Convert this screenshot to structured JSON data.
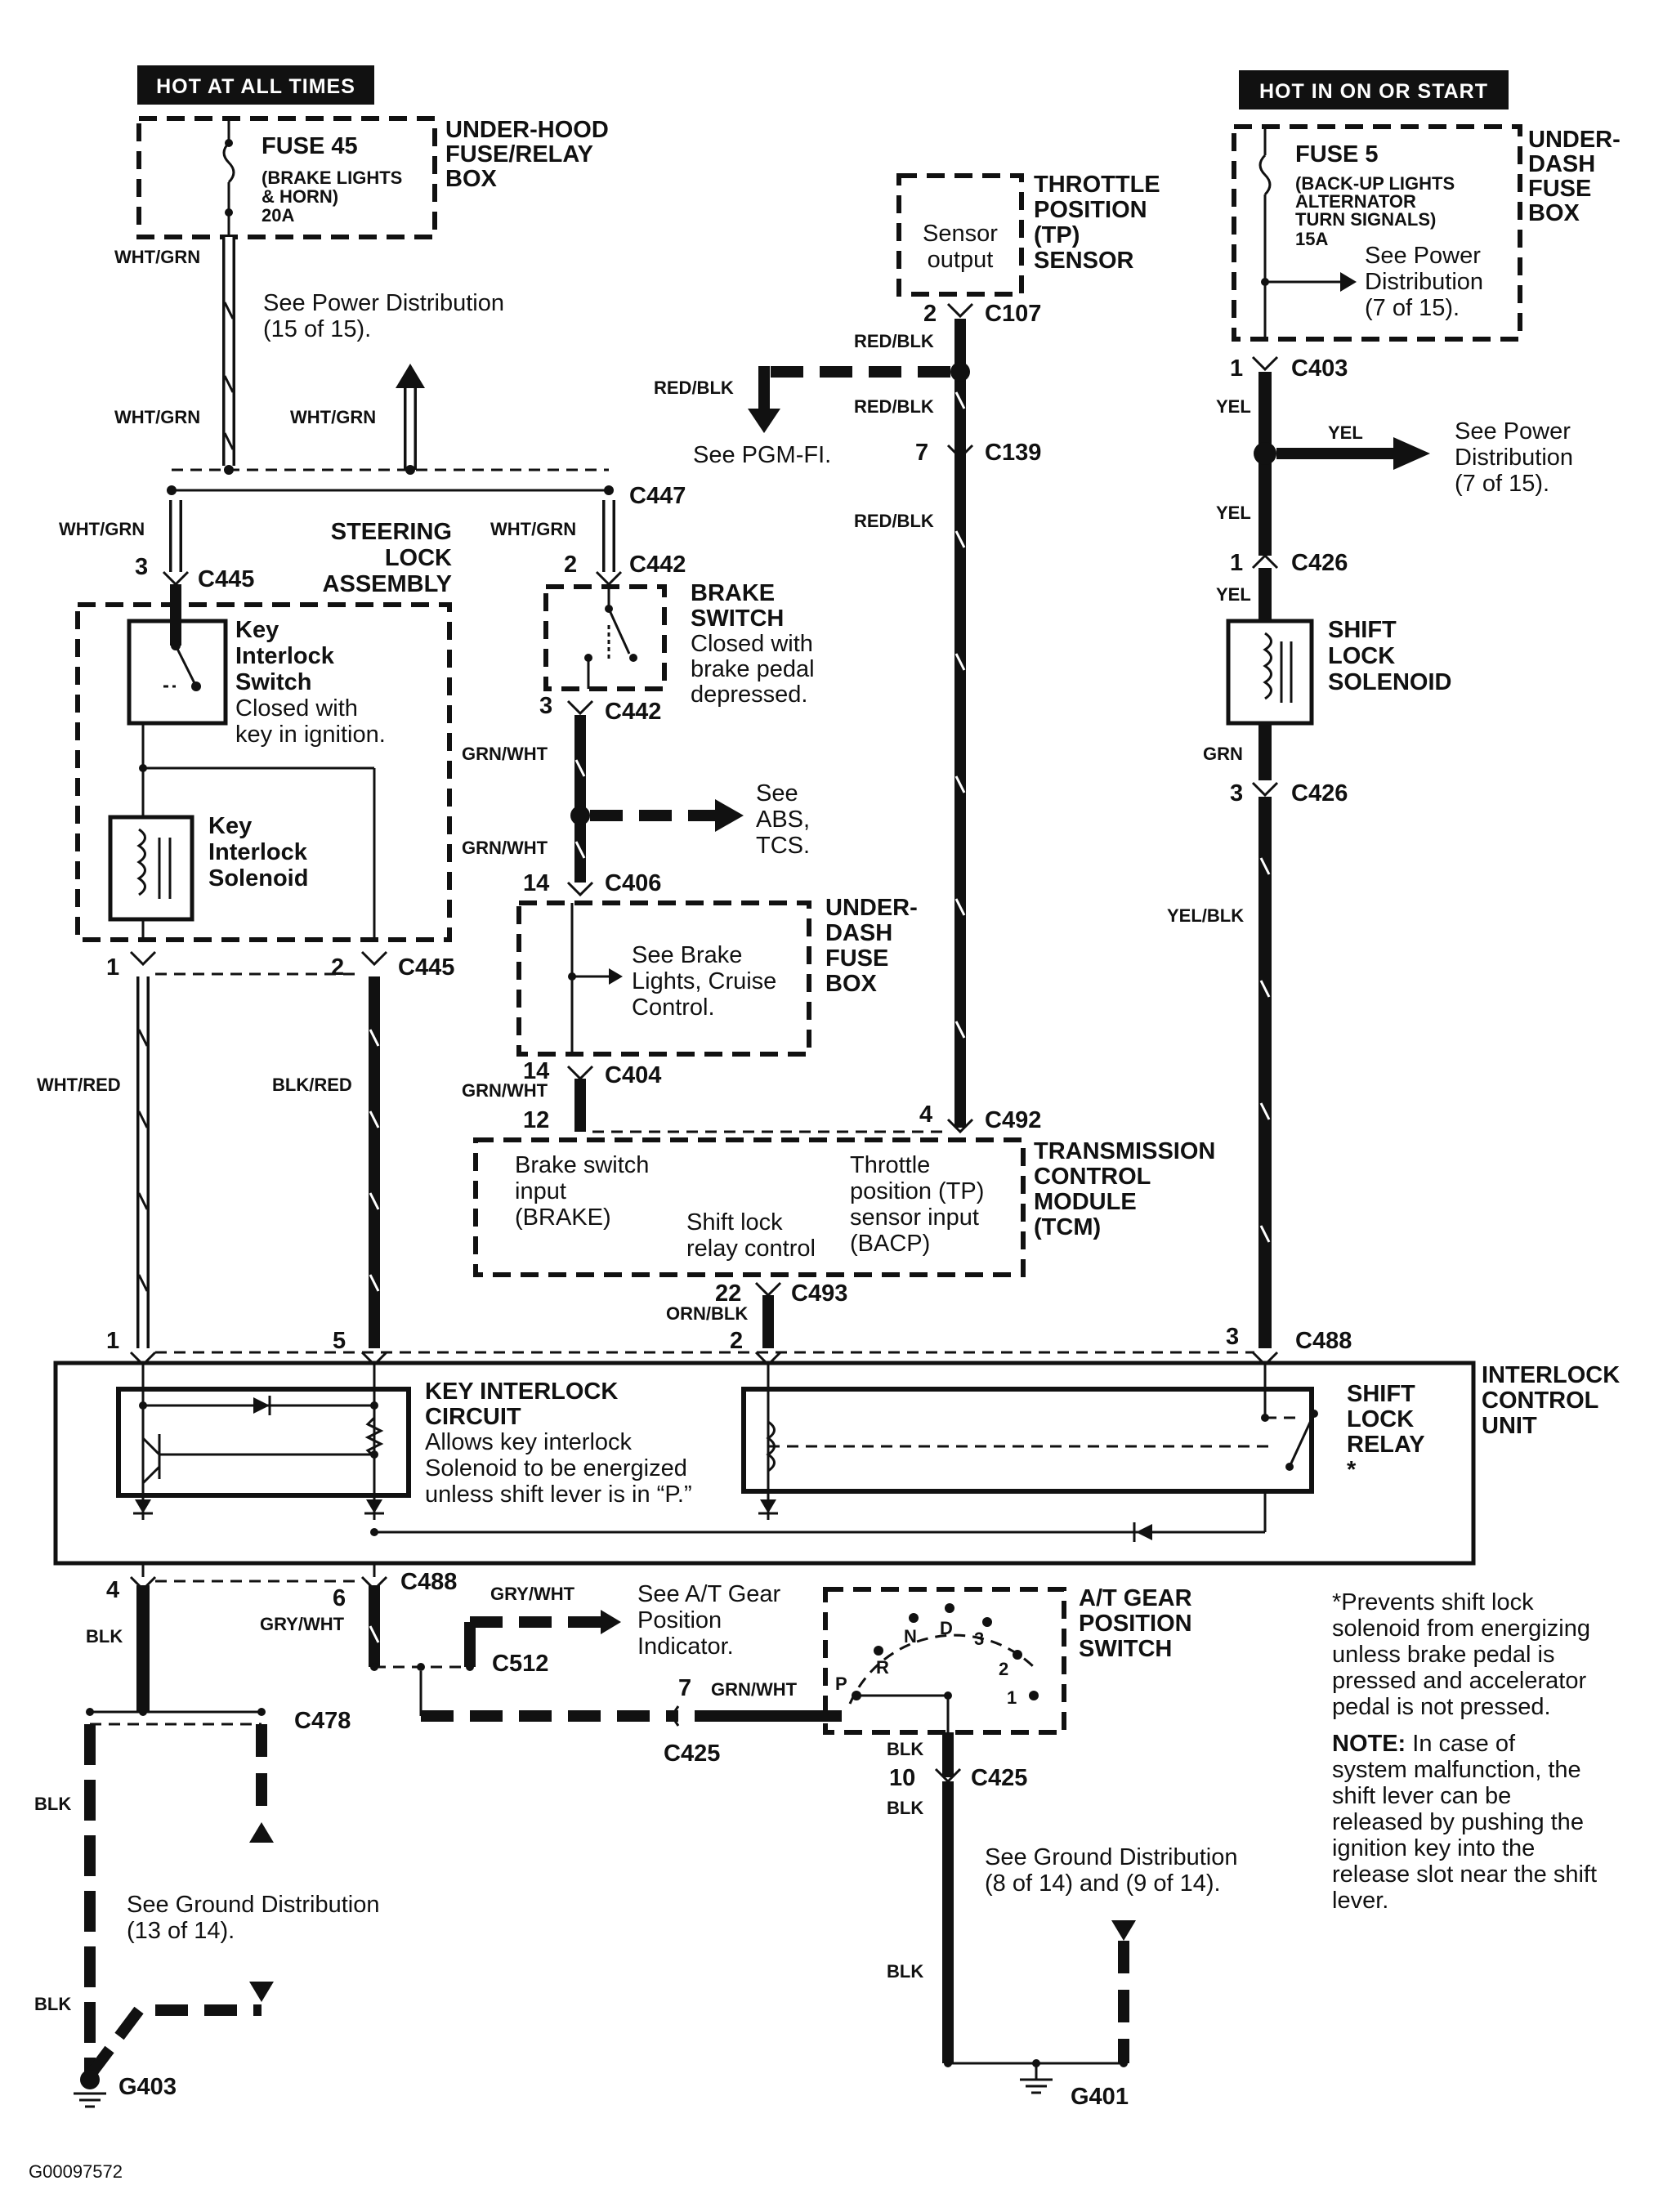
{
  "headers": {
    "hot_at_all_times": "HOT AT ALL TIMES",
    "hot_in_on_or_start": "HOT IN ON OR START"
  },
  "fuse45": {
    "title": "FUSE 45",
    "sub1": "(BRAKE LIGHTS",
    "sub2": "& HORN)",
    "amp": "20A",
    "box1": "UNDER-HOOD",
    "box2": "FUSE/RELAY",
    "box3": "BOX"
  },
  "fuse5": {
    "title": "FUSE 5",
    "sub1": "(BACK-UP LIGHTS",
    "sub2": "ALTERNATOR",
    "sub3": "TURN SIGNALS)",
    "amp": "15A",
    "box1": "UNDER-",
    "box2": "DASH",
    "box3": "FUSE",
    "box4": "BOX",
    "see1": "See Power",
    "see2": "Distribution",
    "see3": "(7 of 15)."
  },
  "tp_sensor": {
    "l1": "THROTTLE",
    "l2": "POSITION",
    "l3": "(TP)",
    "l4": "SENSOR",
    "in1": "Sensor",
    "in2": "output"
  },
  "wires": {
    "wht_grn": "WHT/GRN",
    "red_blk": "RED/BLK",
    "yel": "YEL",
    "grn": "GRN",
    "yel_blk": "YEL/BLK",
    "grn_wht": "GRN/WHT",
    "wht_red": "WHT/RED",
    "blk_red": "BLK/RED",
    "orn_blk": "ORN/BLK",
    "blk": "BLK",
    "gry_wht": "GRY/WHT"
  },
  "connectors": {
    "c107": "C107",
    "c139": "C139",
    "c403": "C403",
    "c447": "C447",
    "c445": "C445",
    "c442": "C442",
    "c426": "C426",
    "c406": "C406",
    "c404": "C404",
    "c492": "C492",
    "c493": "C493",
    "c488": "C488",
    "c512": "C512",
    "c425": "C425",
    "c478": "C478",
    "g403": "G403",
    "g401": "G401"
  },
  "pins": {
    "p1": "1",
    "p2": "2",
    "p3": "3",
    "p4": "4",
    "p5": "5",
    "p6": "6",
    "p7": "7",
    "p10": "10",
    "p12": "12",
    "p14": "14",
    "p22": "22"
  },
  "refs": {
    "power15_1": "See Power Distribution",
    "power15_2": "(15 of 15).",
    "pgmfi": "See PGM-FI.",
    "power7_1": "See Power",
    "power7_2": "Distribution",
    "power7_3": "(7 of 15).",
    "abs1": "See",
    "abs2": "ABS,",
    "abs3": "TCS.",
    "brake_lights1": "See Brake",
    "brake_lights2": "Lights, Cruise",
    "brake_lights3": "Control.",
    "gear_ind1": "See A/T Gear",
    "gear_ind2": "Position",
    "gear_ind3": "Indicator.",
    "gnd13_1": "See Ground Distribution",
    "gnd13_2": "(13 of 14).",
    "gnd8_1": "See Ground Distribution",
    "gnd8_2": "(8 of 14) and (9 of 14)."
  },
  "steering": {
    "l1": "STEERING",
    "l2": "LOCK",
    "l3": "ASSEMBLY",
    "ks1": "Key",
    "ks2": "Interlock",
    "ks3": "Switch",
    "ks4": "Closed with",
    "ks5": "key in ignition.",
    "sol1": "Key",
    "sol2": "Interlock",
    "sol3": "Solenoid"
  },
  "brake_switch": {
    "l1": "BRAKE",
    "l2": "SWITCH",
    "l3": "Closed with",
    "l4": "brake pedal",
    "l5": "depressed."
  },
  "dash_box": {
    "l1": "UNDER-",
    "l2": "DASH",
    "l3": "FUSE",
    "l4": "BOX"
  },
  "shift_solenoid": {
    "l1": "SHIFT",
    "l2": "LOCK",
    "l3": "SOLENOID"
  },
  "tcm": {
    "in1": "Brake switch",
    "in2": "input",
    "in3": "(BRAKE)",
    "mid1": "Shift lock",
    "mid2": "relay control",
    "tp1": "Throttle",
    "tp2": "position (TP)",
    "tp3": "sensor input",
    "tp4": "(BACP)",
    "l1": "TRANSMISSION",
    "l2": "CONTROL",
    "l3": "MODULE",
    "l4": "(TCM)"
  },
  "icu": {
    "l1": "INTERLOCK",
    "l2": "CONTROL",
    "l3": "UNIT",
    "kic1": "KEY INTERLOCK",
    "kic2": "CIRCUIT",
    "kic3": "Allows key interlock",
    "kic4": "Solenoid to be energized",
    "kic5": "unless shift lever is in “P.”",
    "slr1": "SHIFT",
    "slr2": "LOCK",
    "slr3": "RELAY",
    "star": "*"
  },
  "gear_switch": {
    "l1": "A/T GEAR",
    "l2": "POSITION",
    "l3": "SWITCH",
    "p": "P",
    "r": "R",
    "n": "N",
    "d": "D",
    "g3": "3",
    "g2": "2",
    "g1": "1"
  },
  "notes": {
    "prevents1": "*Prevents shift lock",
    "prevents2": "solenoid from energizing",
    "prevents3": "unless brake pedal is",
    "prevents4": "pressed and accelerator",
    "prevents5": "pedal is not pressed.",
    "note_label": "NOTE:",
    "note1": " In case of",
    "note2": "system malfunction, the",
    "note3": "shift lever can be",
    "note4": "released by pushing the",
    "note5": "ignition key into the",
    "note6": "release slot near the shift",
    "note7": "lever."
  },
  "figure_id": "G00097572"
}
